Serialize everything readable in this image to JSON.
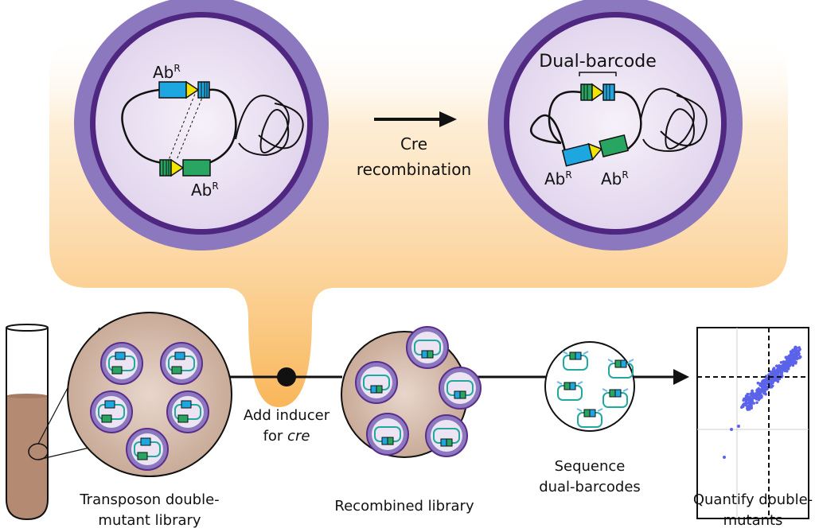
{
  "labels": {
    "ab": "Ab",
    "ab_sup": "R",
    "dual_barcode": "Dual-barcode",
    "cre_line1": "Cre",
    "cre_line2": "recombination",
    "inducer_line1": "Add inducer",
    "inducer_line2_prefix": "for ",
    "inducer_line2_italic": "cre",
    "transposon_line1": "Transposon double-",
    "transposon_line2": "mutant library",
    "recombined": "Recombined library",
    "sequence_line1": "Sequence",
    "sequence_line2": "dual-barcodes",
    "quantify_line1": "Quantify double-",
    "quantify_line2": "mutants"
  },
  "colors": {
    "cell_outer": "#8b78bf",
    "cell_ring": "#5a2d8c",
    "cell_inner": "#ece4f2",
    "highlight": "#f9b659",
    "blue_gene": "#1ea6e0",
    "green_gene": "#27a561",
    "loxp": "#f2e600",
    "plasmid": "#22a99f",
    "dish": "#d3b9a8",
    "tube_liquid": "#b48a72",
    "dot": "#5b63ea"
  },
  "icons": [
    "arrow-right-icon",
    "test-tube-icon",
    "junction-dot-icon"
  ]
}
